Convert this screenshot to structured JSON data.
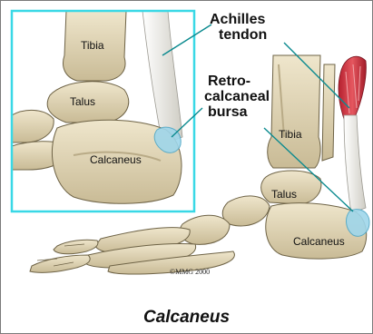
{
  "colors": {
    "bone": "#e6dcc0",
    "bone_shadow": "#b9ab87",
    "bone_outline": "#6e6346",
    "tendon": "#f1efe6",
    "tendon_shadow": "#c8c6bd",
    "bursa": "#9fd6ea",
    "inset_frame": "#39d8e6",
    "leader_line": "#0b8a8f",
    "muscle": "#d63a48",
    "muscle_highlight": "#f0a3a8"
  },
  "labels": {
    "inset_tibia": "Tibia",
    "inset_talus": "Talus",
    "inset_calcaneus": "Calcaneus",
    "main_tibia": "Tibia",
    "main_talus": "Talus",
    "main_calcaneus": "Calcaneus",
    "achilles_line1": "Achilles",
    "achilles_line2": "tendon",
    "bursa_line1": "Retro-",
    "bursa_line2": "calcaneal",
    "bursa_line3": "bursa",
    "copyright": "©MMG 2000"
  },
  "caption": "Calcaneus"
}
